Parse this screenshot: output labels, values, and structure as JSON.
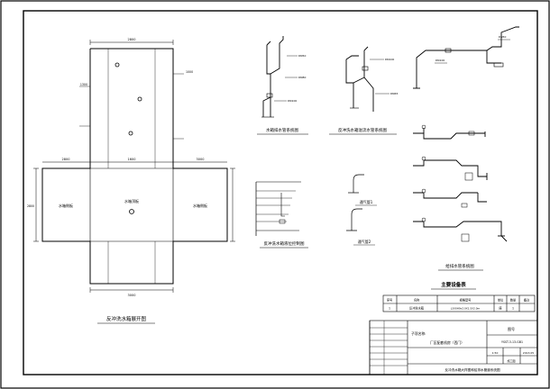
{
  "plan": {
    "title": "反冲洗水箱展开图",
    "dims": [
      "2800",
      "1600",
      "2800",
      "3000",
      "1300",
      "1000",
      "2800",
      "3000"
    ],
    "left_panel_label": "水箱侧板",
    "center_panel_label": "水箱顶板",
    "right_panel_label": "水箱侧板"
  },
  "iso1": {
    "title": "水箱排水管系统图",
    "labels": [
      "DN50",
      "DN80",
      "DN100"
    ]
  },
  "iso2": {
    "title": "反冲洗水箱溢流水管系统图",
    "labels": [
      "DN100",
      "DN65"
    ]
  },
  "iso3": {
    "title": "给排水管系统图",
    "labels": [
      "DN100",
      "DN50"
    ]
  },
  "gauge": {
    "title": "反冲洗水箱液位控制图"
  },
  "vent1": {
    "title": "通气管1"
  },
  "vent2": {
    "title": "通气管2"
  },
  "equipment": {
    "title": "主要设备表",
    "headers": [
      "序号",
      "名称",
      "规格型号",
      "单位",
      "数量",
      "备注"
    ],
    "rows": [
      [
        "1",
        "反冲洗水箱",
        "L3X0H9x2.0X1.5X2.0m",
        "座",
        "1",
        ""
      ]
    ]
  },
  "titleblock": {
    "project_label": "子项名称:",
    "project_name": "厂区配套机房（西门）",
    "drawing_label": "图号",
    "drawing_no": "YSST-3-13-GB1",
    "drawing_title": "反冲洗水箱大样图和给排水管道系统图",
    "scale": "1:50",
    "sheet": "施工图",
    "date": "2013.05"
  }
}
